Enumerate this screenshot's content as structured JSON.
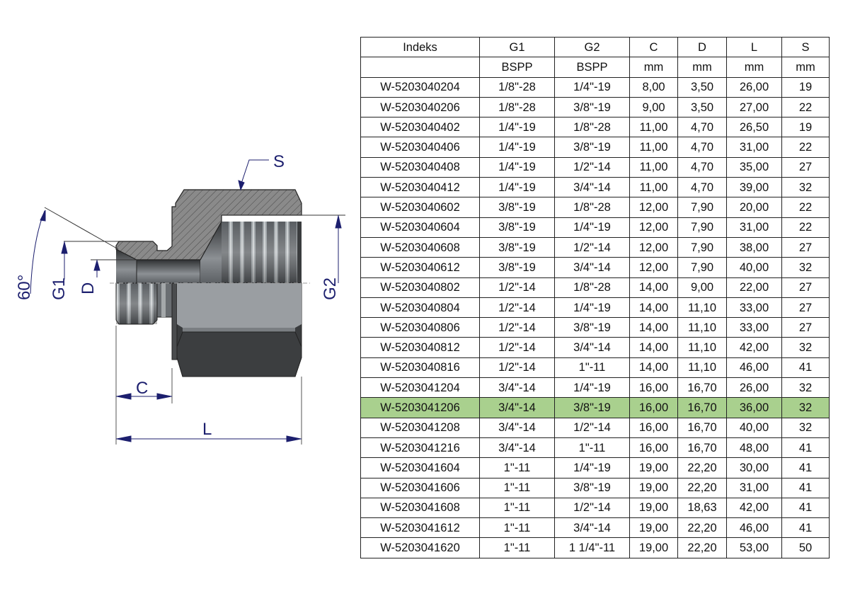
{
  "drawing": {
    "labels": {
      "S": "S",
      "G2": "G2",
      "G1": "G1",
      "D": "D",
      "angle": "60°",
      "C": "C",
      "L": "L"
    },
    "dimension_color": "#1c1f6e"
  },
  "table": {
    "headers": [
      "Indeks",
      "G1",
      "G2",
      "C",
      "D",
      "L",
      "S"
    ],
    "units": [
      "",
      "BSPP",
      "BSPP",
      "mm",
      "mm",
      "mm",
      "mm"
    ],
    "highlight_color": "#a9d08e",
    "highlighted_index": "W-5203041206",
    "rows": [
      [
        "W-5203040204",
        "1/8\"-28",
        "1/4\"-19",
        "8,00",
        "3,50",
        "26,00",
        "19"
      ],
      [
        "W-5203040206",
        "1/8\"-28",
        "3/8\"-19",
        "9,00",
        "3,50",
        "27,00",
        "22"
      ],
      [
        "W-5203040402",
        "1/4\"-19",
        "1/8\"-28",
        "11,00",
        "4,70",
        "26,50",
        "19"
      ],
      [
        "W-5203040406",
        "1/4\"-19",
        "3/8\"-19",
        "11,00",
        "4,70",
        "31,00",
        "22"
      ],
      [
        "W-5203040408",
        "1/4\"-19",
        "1/2\"-14",
        "11,00",
        "4,70",
        "35,00",
        "27"
      ],
      [
        "W-5203040412",
        "1/4\"-19",
        "3/4\"-14",
        "11,00",
        "4,70",
        "39,00",
        "32"
      ],
      [
        "W-5203040602",
        "3/8\"-19",
        "1/8\"-28",
        "12,00",
        "7,90",
        "20,00",
        "22"
      ],
      [
        "W-5203040604",
        "3/8\"-19",
        "1/4\"-19",
        "12,00",
        "7,90",
        "31,00",
        "22"
      ],
      [
        "W-5203040608",
        "3/8\"-19",
        "1/2\"-14",
        "12,00",
        "7,90",
        "38,00",
        "27"
      ],
      [
        "W-5203040612",
        "3/8\"-19",
        "3/4\"-14",
        "12,00",
        "7,90",
        "40,00",
        "32"
      ],
      [
        "W-5203040802",
        "1/2\"-14",
        "1/8\"-28",
        "14,00",
        "9,00",
        "22,00",
        "27"
      ],
      [
        "W-5203040804",
        "1/2\"-14",
        "1/4\"-19",
        "14,00",
        "11,10",
        "33,00",
        "27"
      ],
      [
        "W-5203040806",
        "1/2\"-14",
        "3/8\"-19",
        "14,00",
        "11,10",
        "33,00",
        "27"
      ],
      [
        "W-5203040812",
        "1/2\"-14",
        "3/4\"-14",
        "14,00",
        "11,10",
        "42,00",
        "32"
      ],
      [
        "W-5203040816",
        "1/2\"-14",
        "1\"-11",
        "14,00",
        "11,10",
        "46,00",
        "41"
      ],
      [
        "W-5203041204",
        "3/4\"-14",
        "1/4\"-19",
        "16,00",
        "16,70",
        "26,00",
        "32"
      ],
      [
        "W-5203041206",
        "3/4\"-14",
        "3/8\"-19",
        "16,00",
        "16,70",
        "36,00",
        "32"
      ],
      [
        "W-5203041208",
        "3/4\"-14",
        "1/2\"-14",
        "16,00",
        "16,70",
        "40,00",
        "32"
      ],
      [
        "W-5203041216",
        "3/4\"-14",
        "1\"-11",
        "16,00",
        "16,70",
        "48,00",
        "41"
      ],
      [
        "W-5203041604",
        "1\"-11",
        "1/4\"-19",
        "19,00",
        "22,20",
        "30,00",
        "41"
      ],
      [
        "W-5203041606",
        "1\"-11",
        "3/8\"-19",
        "19,00",
        "22,20",
        "31,00",
        "41"
      ],
      [
        "W-5203041608",
        "1\"-11",
        "1/2\"-14",
        "19,00",
        "18,63",
        "42,00",
        "41"
      ],
      [
        "W-5203041612",
        "1\"-11",
        "3/4\"-14",
        "19,00",
        "22,20",
        "46,00",
        "41"
      ],
      [
        "W-5203041620",
        "1\"-11",
        "1 1/4\"-11",
        "19,00",
        "22,20",
        "53,00",
        "50"
      ]
    ]
  }
}
